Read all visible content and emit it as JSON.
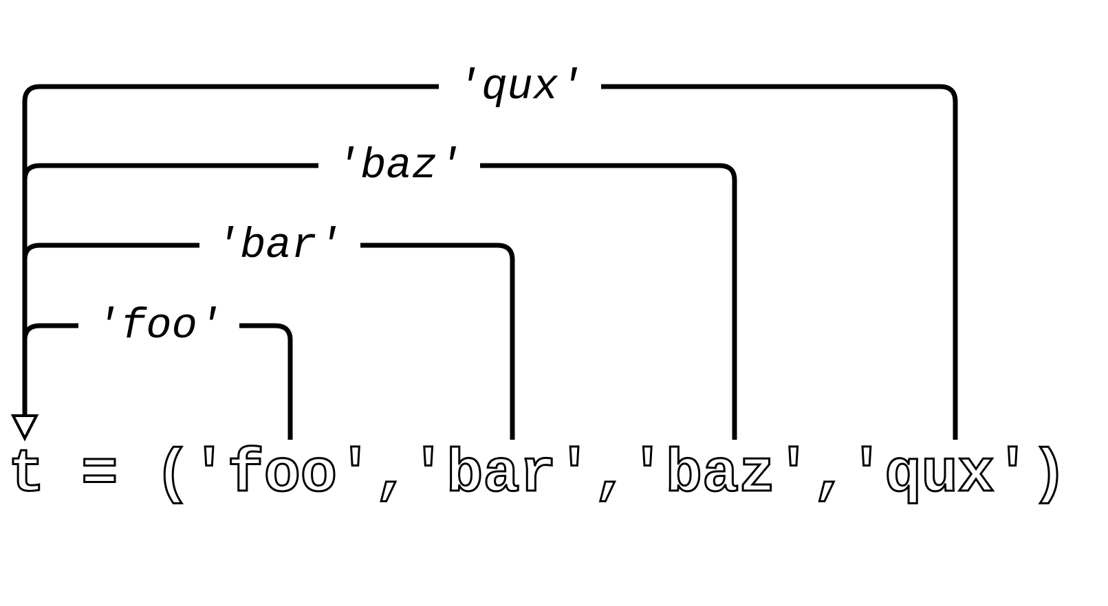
{
  "labels": {
    "foo": "'foo'",
    "bar": "'bar'",
    "baz": "'baz'",
    "qux": "'qux'"
  },
  "code": {
    "line": "t = ('foo','bar','baz','qux')"
  }
}
